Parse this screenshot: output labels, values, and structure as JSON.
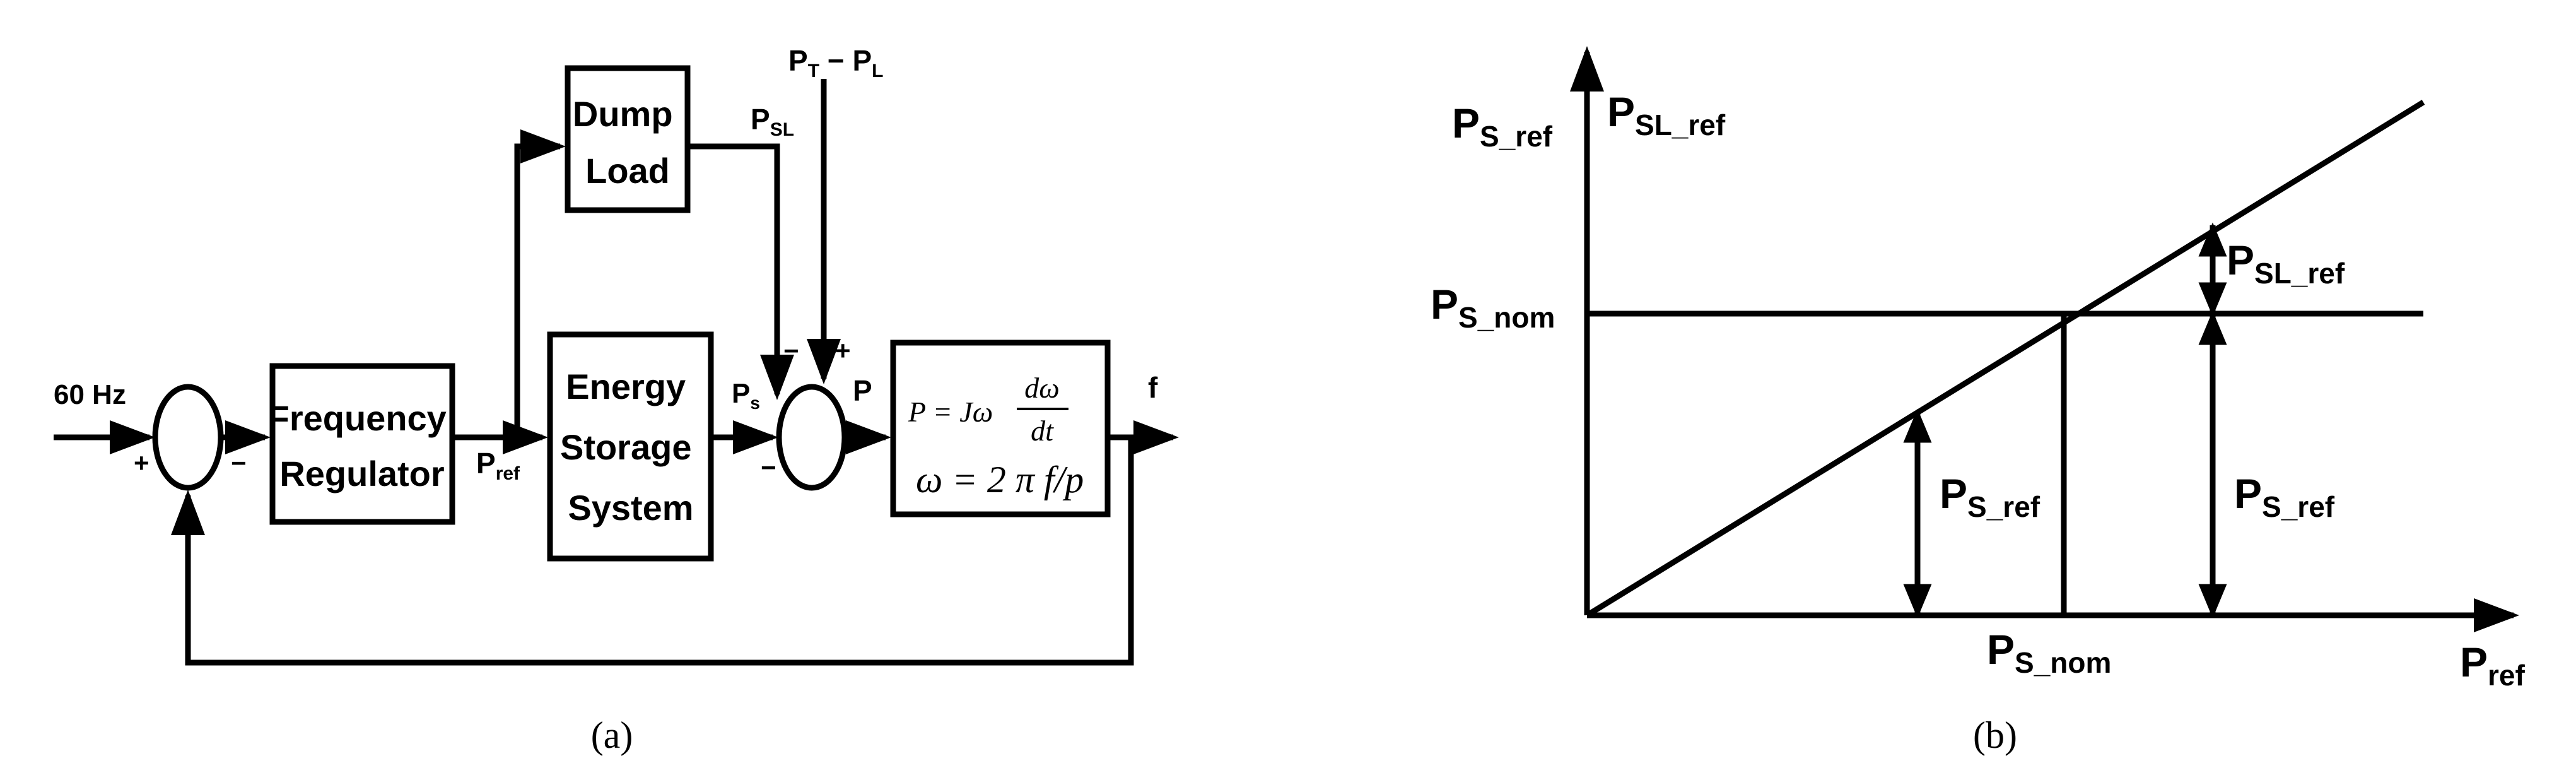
{
  "panel_a": {
    "caption": "(a)",
    "input_label": "60 Hz",
    "sum1_plus": "+",
    "sum1_minus": "−",
    "sum2_minus_left": "−",
    "sum2_plus_top": "+",
    "sum2_minus_bottom": "−",
    "regulator": [
      "Frequency",
      "Regulator"
    ],
    "dump_load": [
      "Dump",
      "Load"
    ],
    "ess": [
      "Energy",
      "Storage",
      "System"
    ],
    "p_ref": {
      "main": "P",
      "sub": "ref"
    },
    "p_sl": {
      "main": "P",
      "sub": "SL"
    },
    "p_s": {
      "main": "P",
      "sub": "s"
    },
    "pt_pl": {
      "p1": "P",
      "s1": "T",
      "mid": " − ",
      "p2": "P",
      "s2": "L"
    },
    "p_out": "P",
    "output": "f",
    "eq1": {
      "lhs": "P = Jω",
      "num": "dω",
      "den": "dt"
    },
    "eq2": "ω = 2 π f/p"
  },
  "panel_b": {
    "caption": "(b)",
    "y_label1": {
      "main": "P",
      "sub": "S_ref"
    },
    "y_label2": {
      "main": "P",
      "sub": "SL_ref"
    },
    "snom_y": {
      "main": "P",
      "sub": "S_nom"
    },
    "snom_x": {
      "main": "P",
      "sub": "S_nom"
    },
    "x_label": {
      "main": "P",
      "sub": "ref"
    },
    "arrow_sl_ref": {
      "main": "P",
      "sub": "SL_ref"
    },
    "arrow_s_ref_left": {
      "main": "P",
      "sub": "S_ref"
    },
    "arrow_s_ref_right": {
      "main": "P",
      "sub": "S_ref"
    }
  }
}
